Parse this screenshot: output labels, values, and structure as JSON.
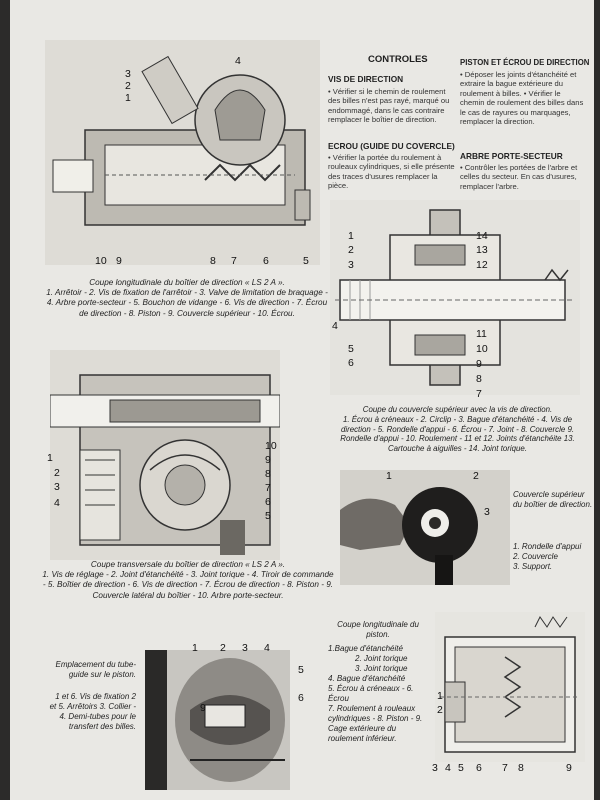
{
  "controles": {
    "title": "CONTROLES",
    "vis_title": "VIS DE DIRECTION",
    "vis_text": "• Vérifier si le chemin de roulement des billes n'est pas rayé, marqué ou endommagé, dans le cas contraire remplacer le boîtier de direction.",
    "ecrou_title": "ECROU (GUIDE DU COVERCLE)",
    "ecrou_text": "• Vérifier la portée du roulement à rouleaux cylindriques, si elle présente des traces d'usures remplacer la pièce.",
    "piston_title": "PISTON ET ÉCROU DE DIRECTION",
    "piston_text": "• Déposer les joints d'étanchéité et extraire la bague extérieure du roulement à billes. • Vérifier le chemin de roulement des billes dans le cas de rayures ou marquages, remplacer la direction.",
    "arbre_title": "ARBRE PORTE-SECTEUR",
    "arbre_text": "• Contrôler les portées de l'arbre et celles du secteur. En cas d'usures, remplacer l'arbre."
  },
  "fig1": {
    "title": "Coupe longitudinale du boîtier de direction « LS 2 A ».",
    "body": "1. Arrêtoir - 2. Vis de fixation de l'arrêtoir - 3. Valve de limitation de braquage - 4. Arbre porte-secteur - 5. Bouchon de vidange - 6. Vis de direction - 7. Écrou de direction - 8. Piston - 9. Couvercle supérieur - 10. Écrou.",
    "labels": [
      "3",
      "2",
      "1",
      "4",
      "10",
      "9",
      "8",
      "7",
      "6",
      "5"
    ]
  },
  "fig2": {
    "caption": "Coupe du couvercle supérieur avec la vis de direction.",
    "body": "1. Écrou à créneaux - 2. Circlip - 3. Bague d'étanchéité - 4. Vis de direction - 5. Rondelle d'appui - 6. Écrou - 7. Joint - 8. Couvercle 9. Rondelle d'appui - 10. Roulement - 11 et 12. Joints d'étanchéite 13. Cartouche à aiguilles - 14. Joint torique.",
    "labels_left": [
      "1",
      "2",
      "3",
      "4",
      "5",
      "6"
    ],
    "labels_right": [
      "14",
      "13",
      "12",
      "11",
      "10",
      "9",
      "8",
      "7"
    ]
  },
  "fig3": {
    "title": "Coupe transversale du boîtier de direction « LS 2 A ».",
    "body": "1. Vis de réglage - 2. Joint d'étanchéité - 3. Joint torique - 4. Tiroir de commande - 5. Boîtier de direction - 6. Vis de direction - 7. Écrou de direction - 8. Piston - 9. Couvercle latéral du boîtier - 10. Arbre porte-secteur.",
    "labels_left": [
      "1",
      "2",
      "3",
      "4"
    ],
    "labels_right": [
      "10",
      "9",
      "8",
      "7",
      "6",
      "5"
    ]
  },
  "fig4": {
    "caption": "Couvercle supérieur du boîtier de direction.",
    "items": [
      "1. Rondelle d'appui",
      "2. Couvercle",
      "3. Support."
    ],
    "labels": [
      "1",
      "2",
      "3"
    ]
  },
  "fig5": {
    "caption": "Emplacement du tube-guide sur le piston.",
    "body": "1 et 6. Vis de fixation 2 et 5. Arrêtoirs 3. Collier - 4. Demi-tubes pour le transfert des billes.",
    "labels": [
      "1",
      "2",
      "3",
      "4",
      "5",
      "6",
      "9"
    ]
  },
  "fig6": {
    "caption": "Coupe longitudinale du piston.",
    "items": [
      "1.Bague d'étanchéité",
      "2. Joint torique",
      "3. Joint torique",
      "4. Bague d'étanchéité",
      "5. Écrou à créneaux - 6. Écrou",
      "7. Roulement à rouleaux cylindriques - 8. Piston - 9. Cage extérieure du roulement inférieur."
    ],
    "labels": [
      "1",
      "2",
      "3",
      "4",
      "5",
      "6",
      "7",
      "8",
      "9"
    ]
  },
  "colors": {
    "page": "#e9e8e4",
    "ink": "#222222",
    "photo": "#d9d8d3",
    "background": "#2c2b2a"
  }
}
